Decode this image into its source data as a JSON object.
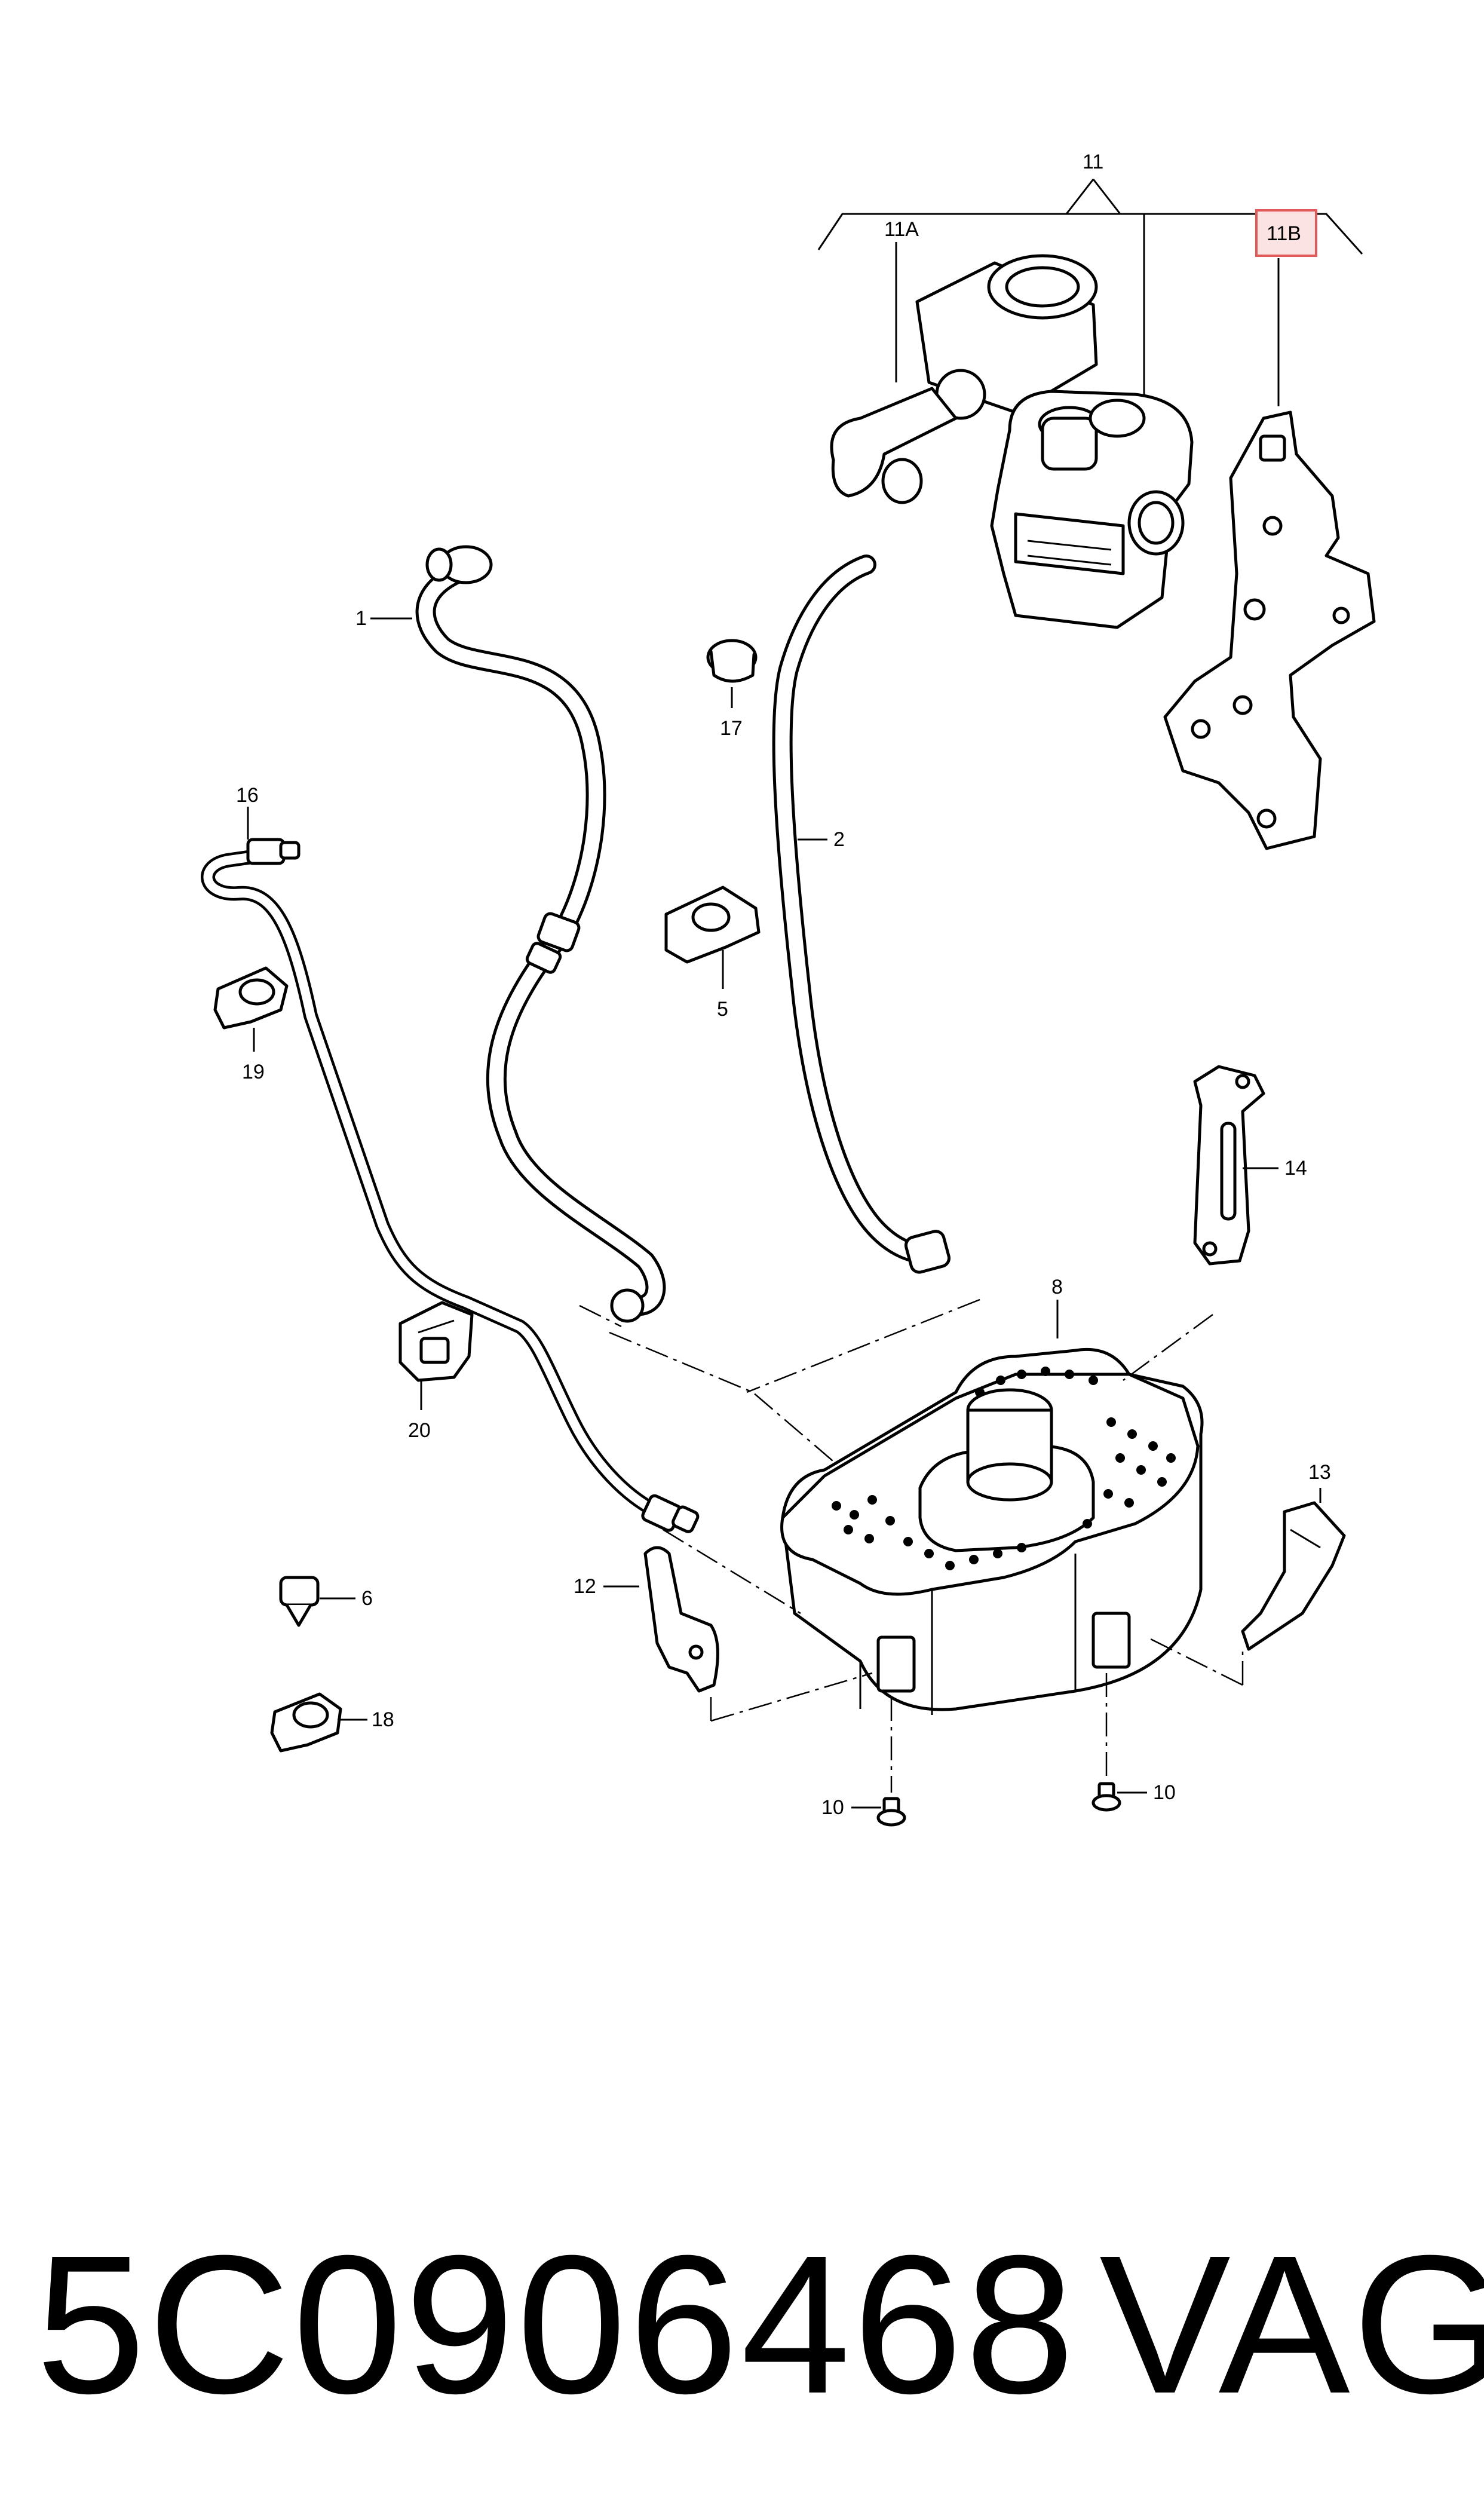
{
  "diagram": {
    "labels": {
      "l1": "1",
      "l2": "2",
      "l5": "5",
      "l6": "6",
      "l8": "8",
      "l10a": "10",
      "l10b": "10",
      "l11": "11",
      "l11a": "11A",
      "l11b": "11B",
      "l12": "12",
      "l13": "13",
      "l14": "14",
      "l16": "16",
      "l17": "17",
      "l18": "18",
      "l19": "19",
      "l20": "20"
    },
    "highlight_color": "#e05a5a"
  },
  "footer": {
    "part_number": "5C0906468",
    "brand": "VAG"
  }
}
